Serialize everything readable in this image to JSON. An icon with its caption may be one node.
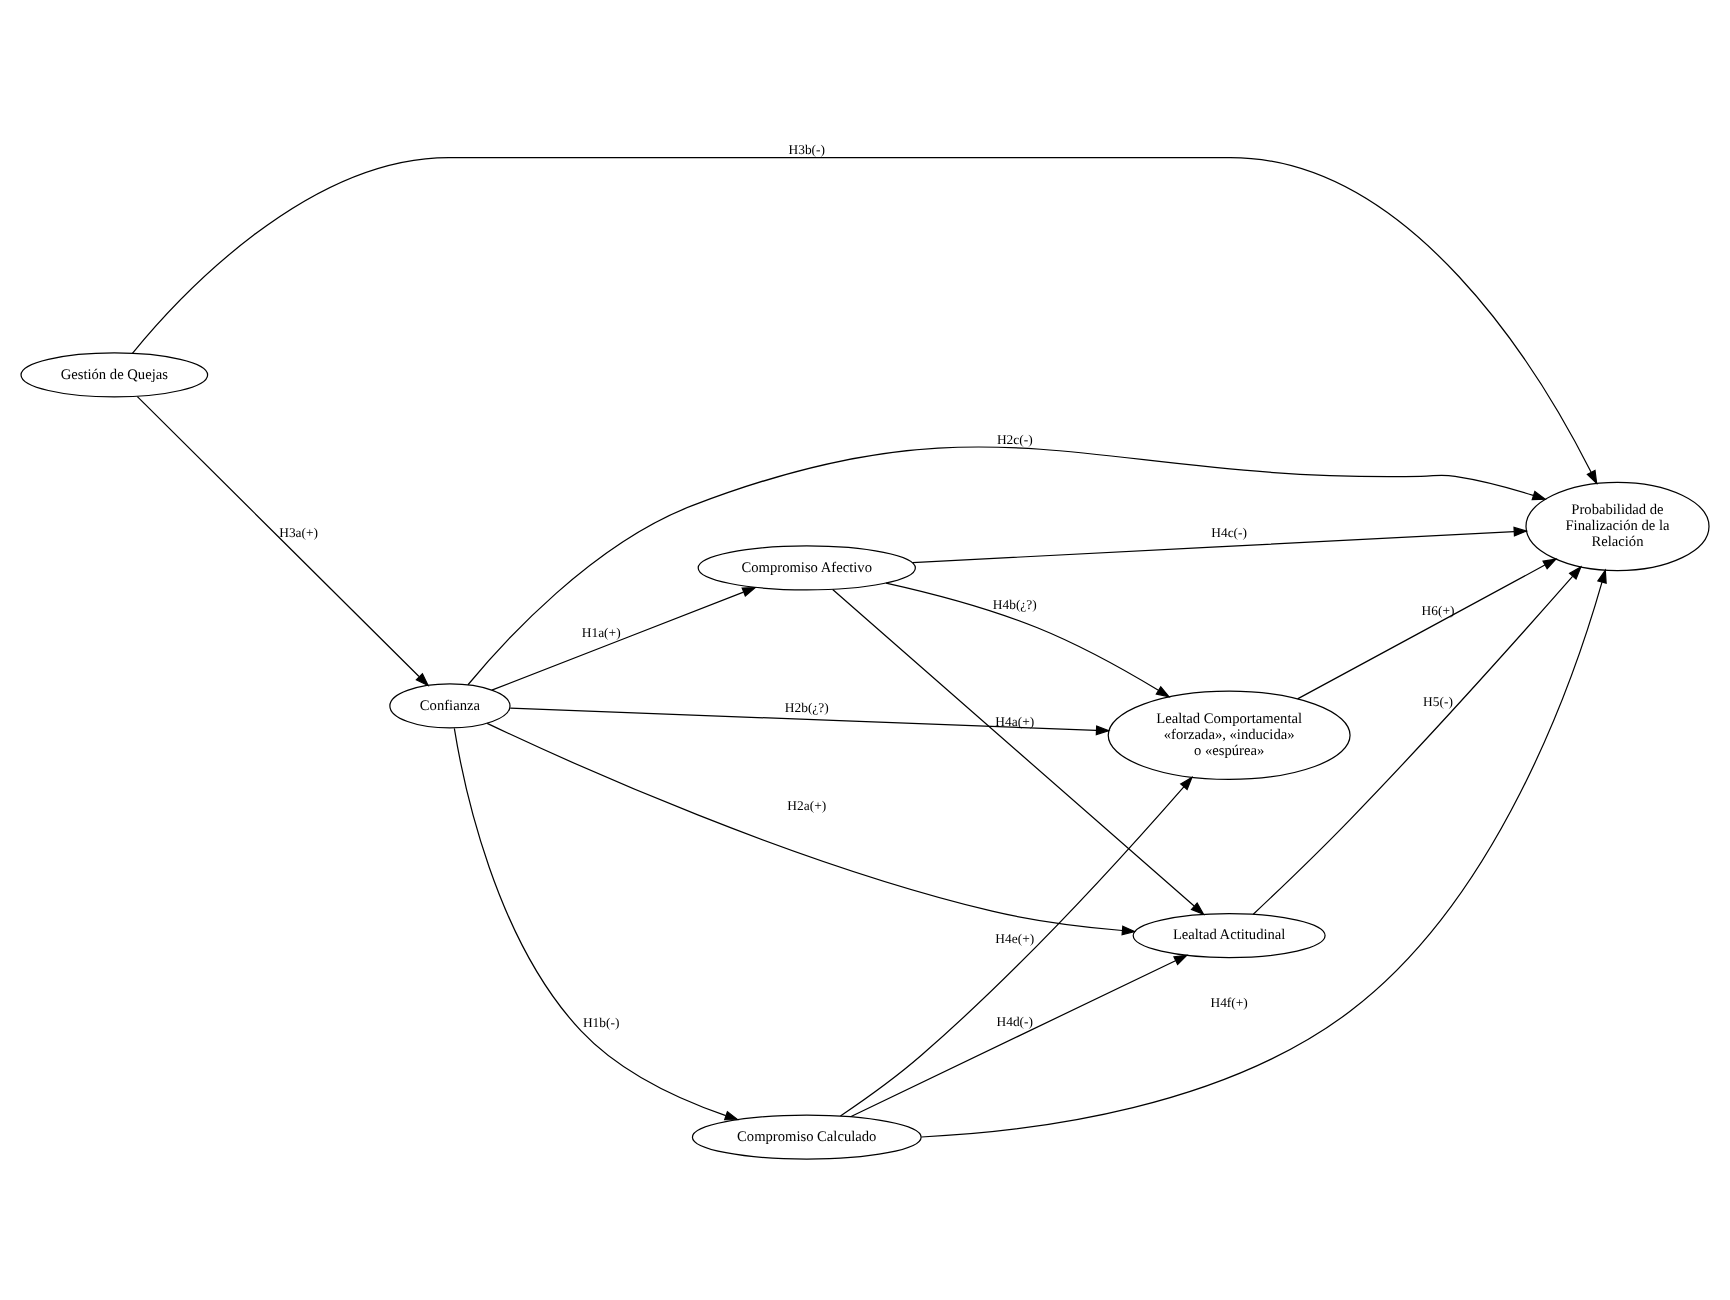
{
  "diagram": {
    "nodes": [
      {
        "text": [
          "Gestión de Quejas"
        ]
      },
      {
        "text": [
          "Confianza"
        ]
      },
      {
        "text": [
          "Compromiso Calculado"
        ]
      },
      {
        "text": [
          "Lealtad Actitudinal"
        ]
      },
      {
        "text": [
          "Lealtad Comportamental «forzada», «inducida» o «espúrea»"
        ]
      },
      {
        "text": [
          "Probabilidad de Finalización de la Relación"
        ]
      },
      {
        "text": [
          "Compromiso Afectivo"
        ]
      }
    ],
    "edges": [
      {
        "from": 0,
        "to": 1,
        "arrow": "to",
        "label": "H3a(+)"
      },
      {
        "from": 1,
        "to": 2,
        "arrow": "to",
        "label": "H1b(-)"
      },
      {
        "from": 1,
        "to": 3,
        "arrow": "to",
        "label": "H2a(+)"
      },
      {
        "from": 1,
        "to": 4,
        "arrow": "to",
        "label": "H2b(¿?)"
      },
      {
        "from": 1,
        "to": 5,
        "arrow": "to",
        "label": "H2c(-)"
      },
      {
        "from": 1,
        "to": 6,
        "arrow": "to",
        "label": "H1a(+)"
      },
      {
        "from": 0,
        "to": 5,
        "arrow": "to",
        "label": "H3b(-)"
      },
      {
        "from": 2,
        "to": 3,
        "arrow": "to",
        "label": "H4d(-)"
      },
      {
        "from": 2,
        "to": 4,
        "arrow": "to",
        "label": "H4e(+)"
      },
      {
        "from": 2,
        "to": 5,
        "arrow": "to",
        "label": "H4f(+)"
      },
      {
        "from": 6,
        "to": 3,
        "arrow": "to",
        "label": "H4a(+)"
      },
      {
        "from": 6,
        "to": 4,
        "arrow": "to",
        "label": "H4b(¿?)"
      },
      {
        "from": 6,
        "to": 5,
        "arrow": "to",
        "label": "H4c(-)"
      },
      {
        "from": 4,
        "to": 5,
        "arrow": "to",
        "label": "H6(+)"
      },
      {
        "from": 3,
        "to": 5,
        "arrow": "to",
        "label": "H5(-)"
      }
    ]
  }
}
